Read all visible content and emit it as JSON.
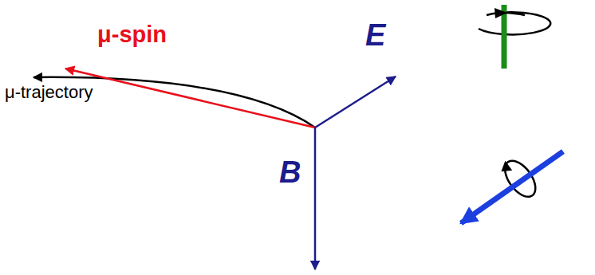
{
  "diagram": {
    "labels": [
      "μ-spin",
      "E",
      "μ-trajectory",
      "B"
    ]
  }
}
